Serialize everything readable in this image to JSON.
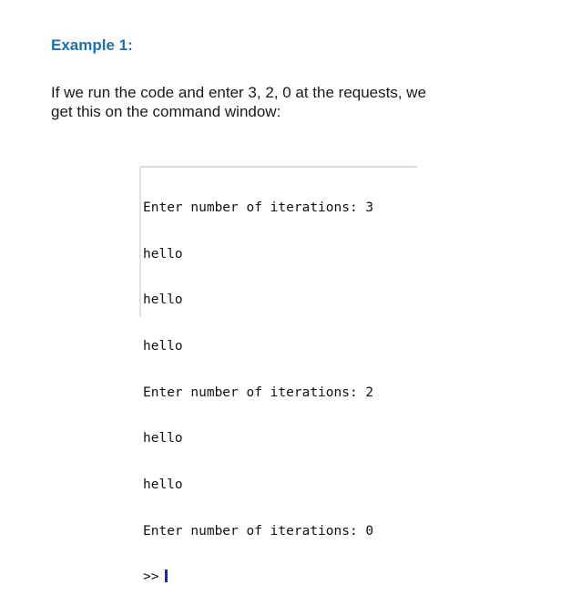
{
  "slide": {
    "title": "Example 1:",
    "body_lines": [
      "If we run the code and enter 3, 2, 0 at the requests, we",
      "get this on the command window:"
    ]
  },
  "console": {
    "lines": [
      "Enter number of iterations: 3",
      "hello",
      "hello",
      "hello",
      "Enter number of iterations: 2",
      "hello",
      "hello",
      "Enter number of iterations: 0"
    ],
    "prompt": ">>",
    "cursor_color": "#2222cc"
  },
  "colors": {
    "title": "#1f6fb4",
    "text": "#1a1a1a"
  }
}
